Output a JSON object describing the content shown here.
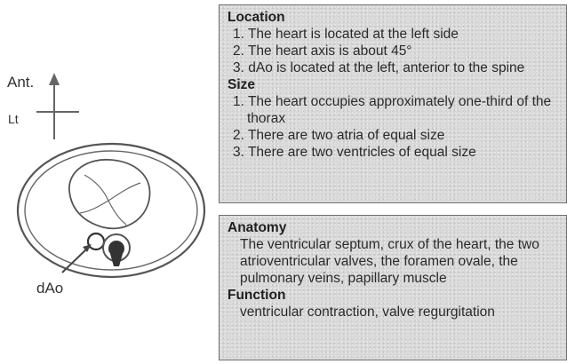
{
  "orientation": {
    "ant_label": "Ant.",
    "lt_label": "Lt"
  },
  "diagram": {
    "dao_label": "dAo"
  },
  "location": {
    "heading": "Location",
    "items": [
      "1. The heart is located at the left side",
      "2. The heart axis is about 45°",
      "3. dAo is located at the left, anterior to the spine"
    ]
  },
  "size": {
    "heading": "Size",
    "items": [
      "1. The heart occupies approximately one-third of the thorax",
      "2. There are two atria of equal size",
      "3. There are two ventricles of equal size"
    ]
  },
  "anatomy": {
    "heading": "Anatomy",
    "text": "The ventricular septum, crux of the heart, the two atrioventricular valves, the foramen ovale, the pulmonary veins, papillary muscle"
  },
  "function": {
    "heading": "Function",
    "text": "ventricular contraction, valve regurgitation"
  },
  "colors": {
    "panel_bg": "#d9d9d9",
    "outline": "#555555",
    "aorta_fill": "#333333"
  }
}
